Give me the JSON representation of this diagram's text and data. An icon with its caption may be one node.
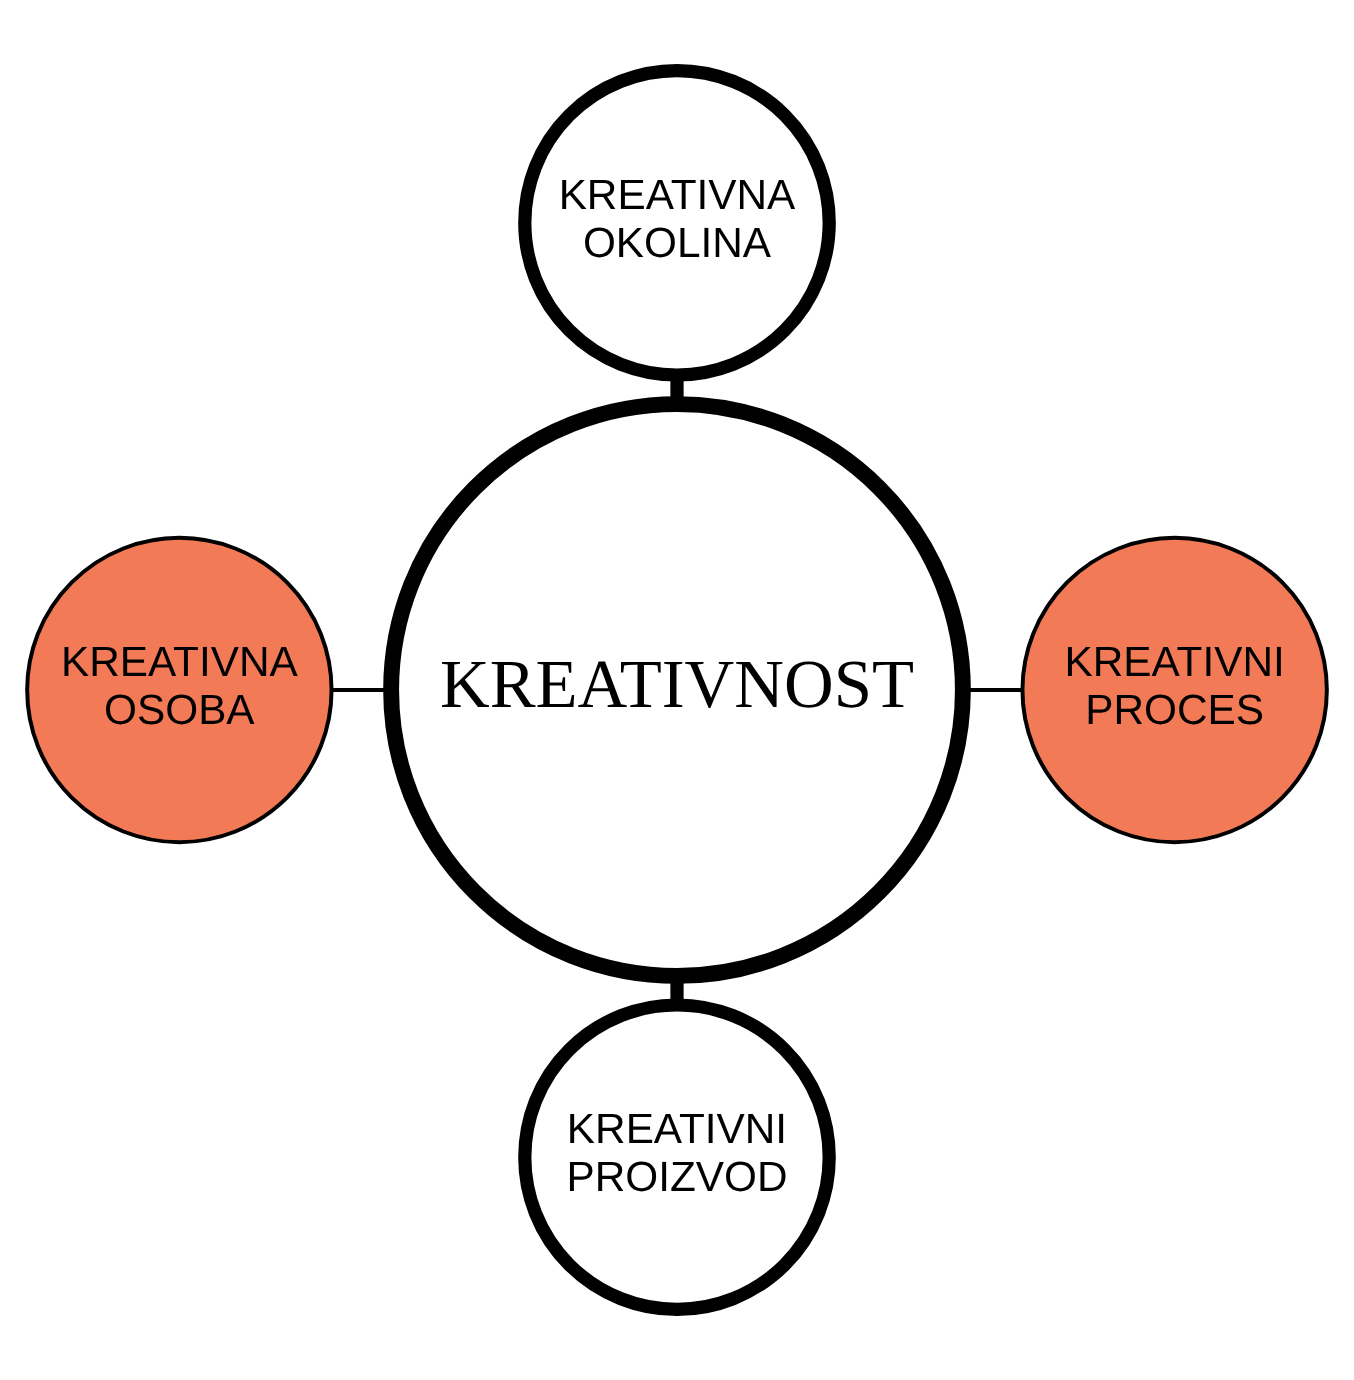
{
  "diagram": {
    "nodes": [
      {
        "text": [
          "KREATIVNA OKOLINA"
        ]
      },
      {
        "text": [
          "KREATIVNA OSOBA"
        ]
      },
      {
        "text": [
          "KREATIVNOST"
        ]
      },
      {
        "text": [
          "KREATIVNI PROCES"
        ]
      },
      {
        "text": [
          "KREATIVNI PROIZVOD"
        ]
      }
    ],
    "edges": [
      {
        "from": 0,
        "to": 2,
        "arrow": "none",
        "style": "thick"
      },
      {
        "from": 1,
        "to": 2,
        "arrow": "none"
      },
      {
        "from": 2,
        "to": 3,
        "arrow": "none"
      },
      {
        "from": 2,
        "to": 4,
        "arrow": "none",
        "style": "thick"
      }
    ]
  }
}
